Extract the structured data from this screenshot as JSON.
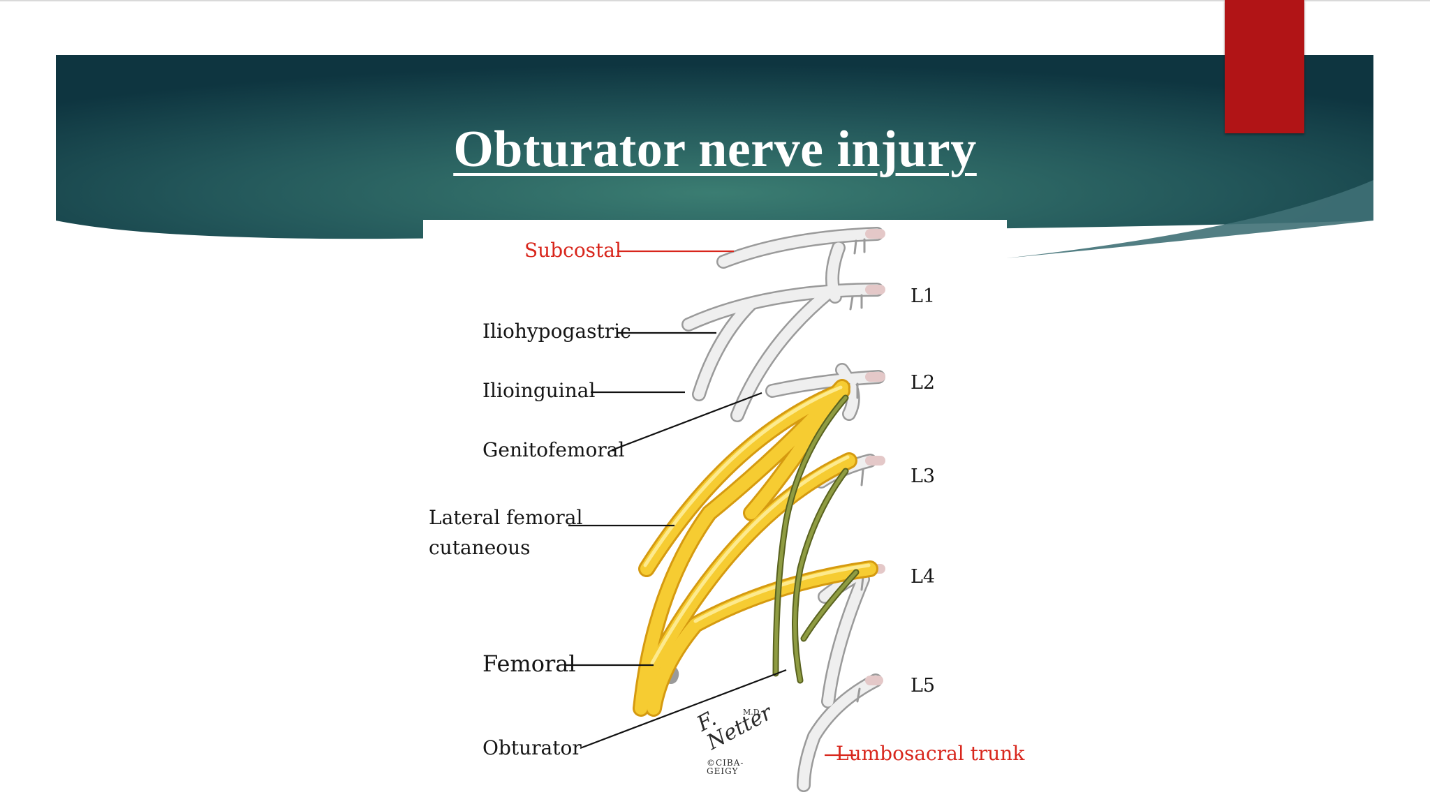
{
  "slide": {
    "title": "Obturator nerve injury",
    "colors": {
      "banner_dark": "#12383f",
      "banner_mid": "#2f6b64",
      "accent_red": "#b11416",
      "title_text": "#ffffff"
    }
  },
  "diagram": {
    "labels": {
      "subcostal": "Subcostal",
      "iliohypogastric": "Iliohypogastric",
      "ilioinguinal": "Ilioinguinal",
      "genitofemoral": "Genitofemoral",
      "lateral_femoral_line1": "Lateral femoral",
      "lateral_femoral_line2": "cutaneous",
      "femoral": "Femoral",
      "obturator": "Obturator",
      "lumbosacral_trunk": "Lumbosacral trunk"
    },
    "levels": [
      "L1",
      "L2",
      "L3",
      "L4",
      "L5"
    ],
    "signature": {
      "name": "F. Netter",
      "suffix": "M.D.",
      "copyright": "©CIBA-GEIGY"
    },
    "colors": {
      "nerve_root": "#ececec",
      "nerve_yellow": "#f5c72a",
      "nerve_green": "#7f8a35",
      "leader_red": "#d8261c",
      "leader_black": "#111111"
    }
  }
}
